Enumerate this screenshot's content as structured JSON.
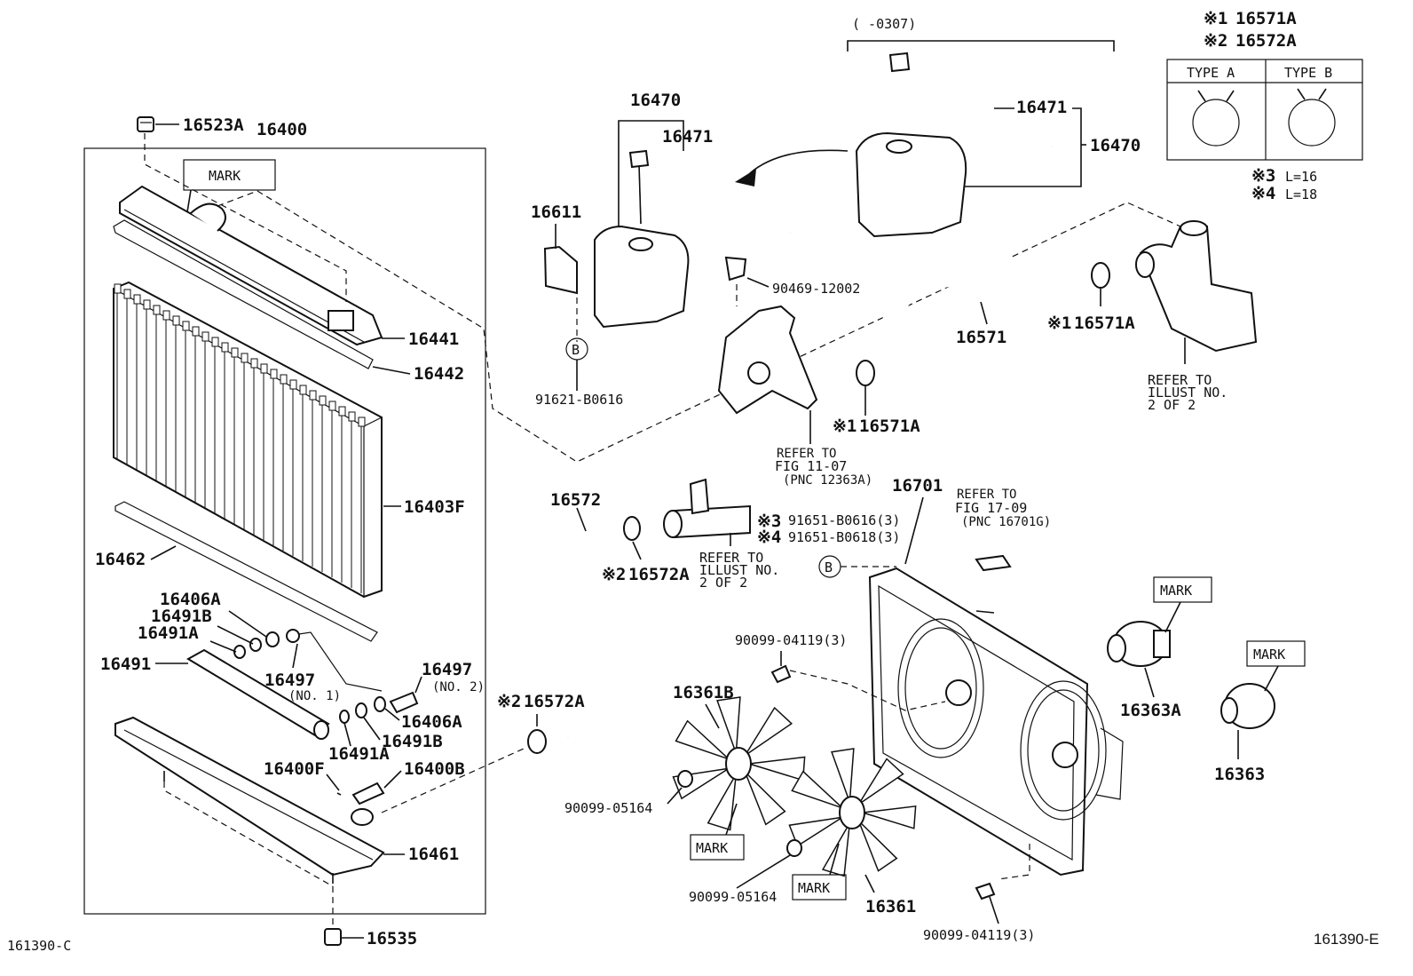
{
  "labels": {
    "p16523A": "16523A",
    "p16400": "16400",
    "p16441": "16441",
    "p16442": "16442",
    "p16403F": "16403F",
    "p16462": "16462",
    "p16406A_top": "16406A",
    "p16491B_top": "16491B",
    "p16491A_top": "16491A",
    "p16491": "16491",
    "p16497_no1": "16497",
    "no1": "(NO. 1)",
    "p16497_no2": "16497",
    "no2": "(NO. 2)",
    "p16406A_bot": "16406A",
    "p16491B_bot": "16491B",
    "p16491A_bot": "16491A",
    "p16400F": "16400F",
    "p16400B": "16400B",
    "p16461": "16461",
    "p16535": "16535",
    "p16470_left": "16470",
    "p16471_left": "16471",
    "p16611": "16611",
    "p91621": "91621-B0616",
    "p90469": "90469-12002",
    "p16571": "16571",
    "p16571A_mid": "16571A",
    "p16571A_right": "16571A",
    "p16471_right": "16471",
    "p16470_right": "16470",
    "range": "(     -0307)",
    "refer_illust_a": [
      "REFER TO",
      "ILLUST NO.",
      "2 OF 2"
    ],
    "refer_fig_1107": [
      "REFER TO",
      "FIG 11-07",
      "(PNC 12363A)"
    ],
    "p16572": "16572",
    "p16572A_mid": "16572A",
    "p16572A_low": "16572A",
    "refer_illust_b": [
      "REFER TO",
      "ILLUST NO.",
      "2 OF 2"
    ],
    "p91651_0616": "91651-B0616(3)",
    "p91651_0618": "91651-B0618(3)",
    "p16701": "16701",
    "refer_fig_1709": [
      "REFER TO",
      "FIG 17-09",
      "(PNC 16701G)"
    ],
    "p90099_04119_top": "90099-04119(3)",
    "p16361B": "16361B",
    "p90099_05164_left": "90099-05164",
    "p90099_05164_low": "90099-05164",
    "p16361": "16361",
    "p90099_04119_bot": "90099-04119(3)",
    "p16363A": "16363A",
    "p16363": "16363",
    "legend_16571A": "16571A",
    "legend_16572A": "16572A",
    "type_a": "TYPE A",
    "type_b": "TYPE B",
    "l16": "L=16",
    "l18": "L=18",
    "mark": "MARK",
    "circle_b": "B",
    "code_left": "161390-C",
    "code_right": "161390-E",
    "note1": "※1",
    "note2": "※2",
    "note3": "※3",
    "note4": "※4"
  }
}
